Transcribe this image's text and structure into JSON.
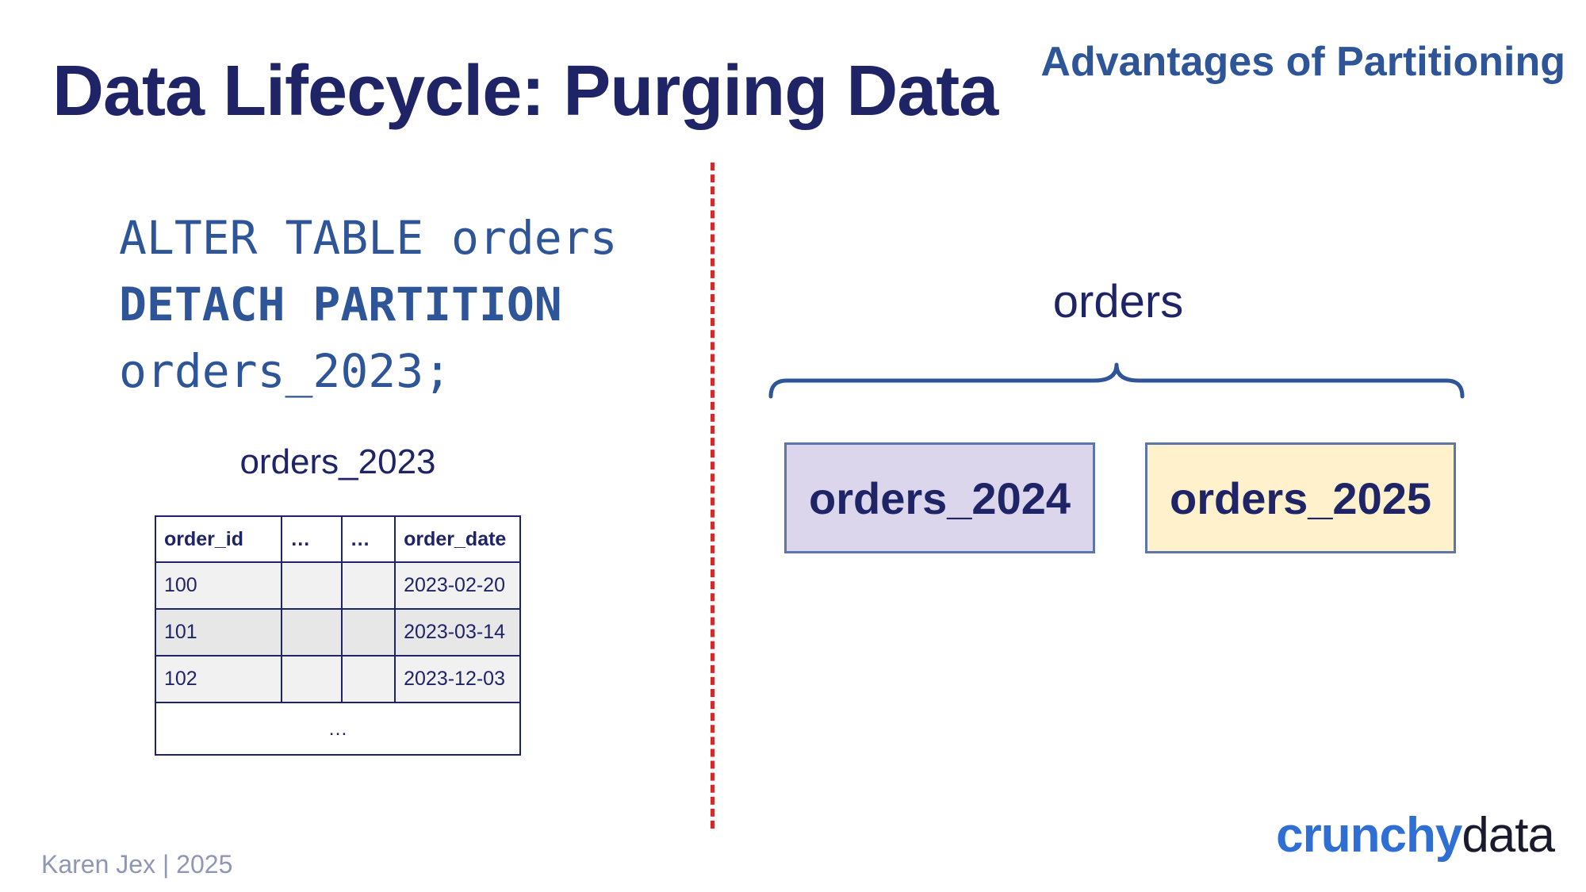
{
  "title": "Data Lifecycle: Purging Data",
  "section": "Advantages of Partitioning",
  "code": {
    "line1": "ALTER TABLE orders",
    "line2": "DETACH PARTITION",
    "line3": "orders_2023;"
  },
  "detached_table": {
    "caption": "orders_2023",
    "headers": [
      "order_id",
      "…",
      "…",
      "order_date"
    ],
    "rows": [
      [
        "100",
        "",
        "",
        "2023-02-20"
      ],
      [
        "101",
        "",
        "",
        "2023-03-14"
      ],
      [
        "102",
        "",
        "",
        "2023-12-03"
      ]
    ],
    "more": "…"
  },
  "parent_table": {
    "label": "orders",
    "partitions": [
      "orders_2024",
      "orders_2025"
    ]
  },
  "footer": {
    "credit": "Karen Jex | 2025"
  },
  "logo": {
    "part1": "crunchy",
    "part2": "data"
  },
  "colors": {
    "title": "#1f2466",
    "accent": "#2e5597",
    "divider": "#d42a2a",
    "partition_2024": "#dcd6ec",
    "partition_2025": "#fef1cc",
    "logo_blue": "#2f6fd4"
  }
}
